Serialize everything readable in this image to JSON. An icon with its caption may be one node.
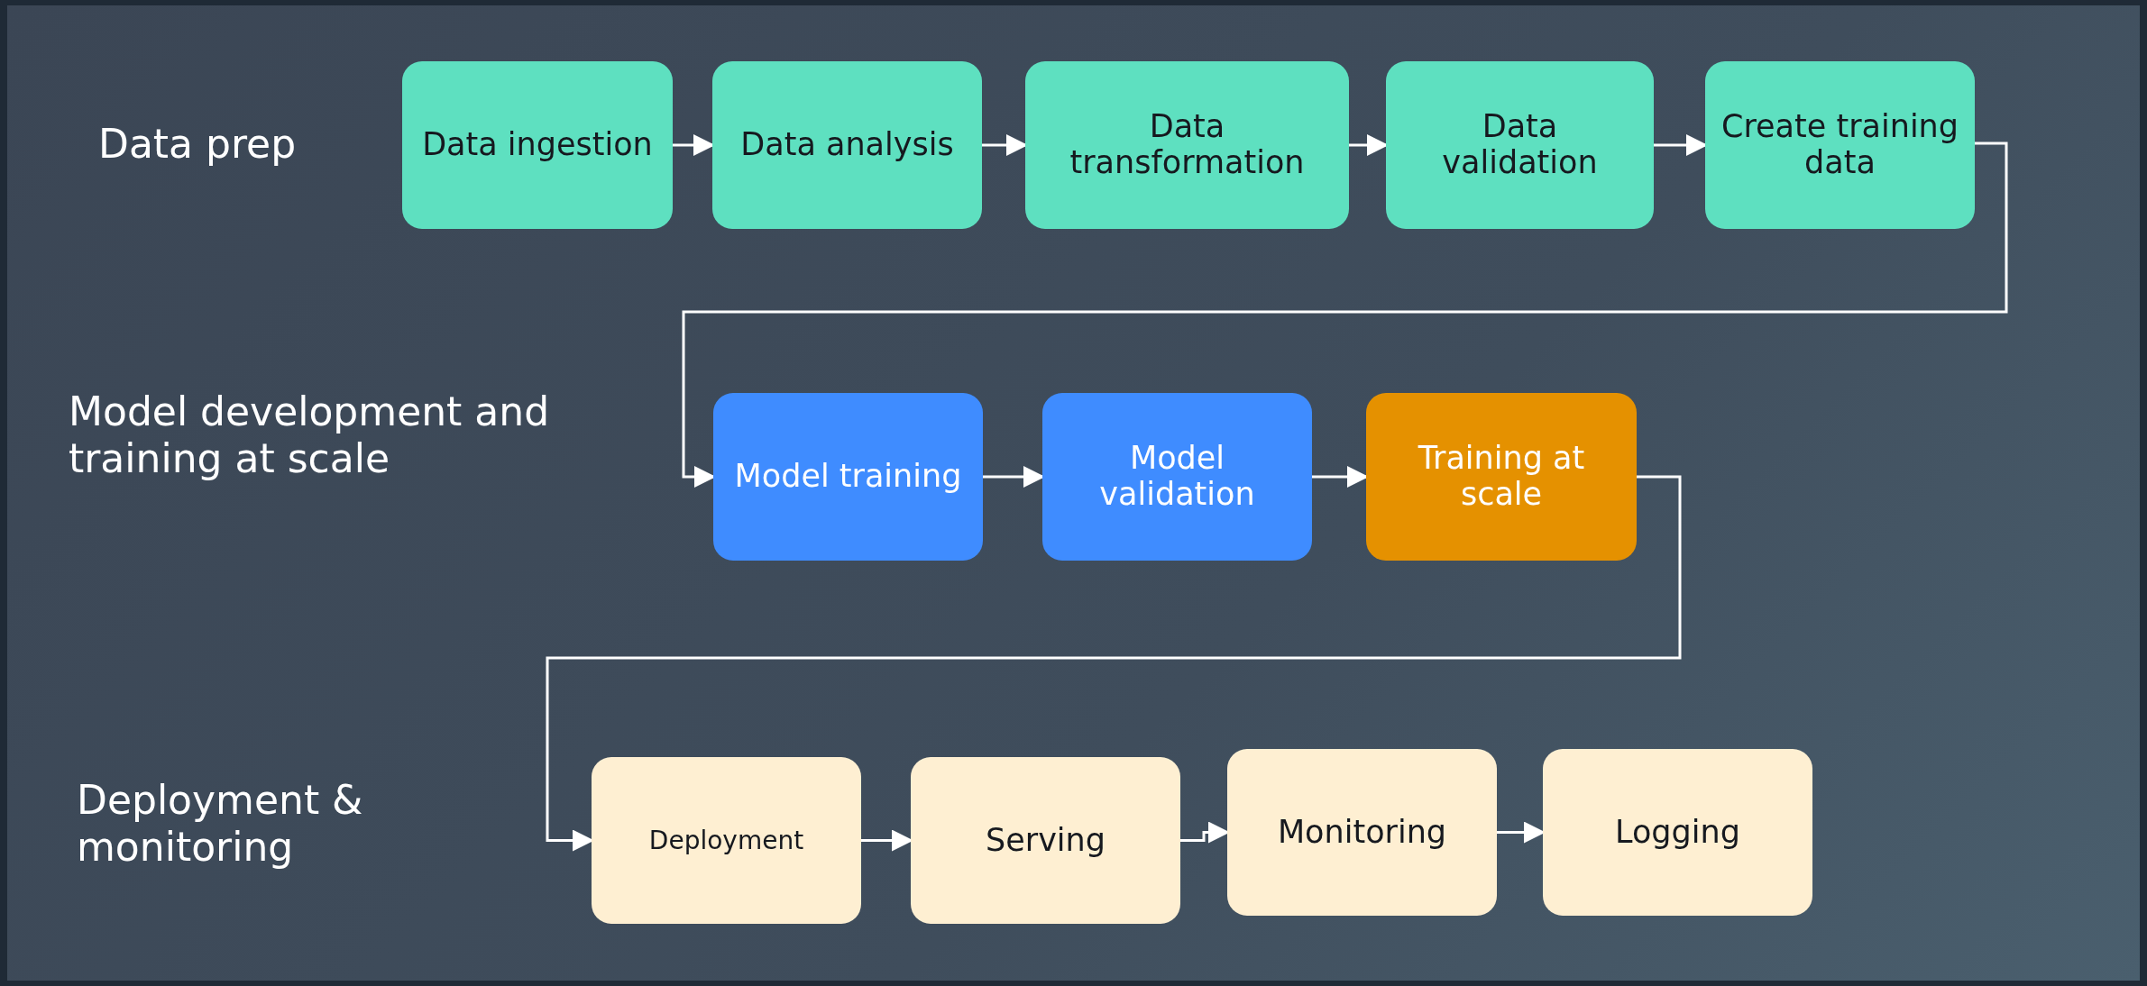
{
  "diagram": {
    "nodes": [
      {
        "text": [
          "Data ingestion"
        ]
      },
      {
        "text": [
          "Data analysis"
        ]
      },
      {
        "text": [
          "Data transformation"
        ]
      },
      {
        "text": [
          "Data validation"
        ]
      },
      {
        "text": [
          "Create training data"
        ]
      },
      {
        "text": [
          "Model training"
        ]
      },
      {
        "text": [
          "Model validation"
        ]
      },
      {
        "text": [
          "Training at scale"
        ]
      },
      {
        "text": [
          "Deployment"
        ]
      },
      {
        "text": [
          "Serving"
        ]
      },
      {
        "text": [
          "Monitoring"
        ]
      },
      {
        "text": [
          "Logging"
        ]
      }
    ],
    "edges": [
      {
        "from": 0,
        "to": 1,
        "arrow": "to"
      },
      {
        "from": 1,
        "to": 2,
        "arrow": "to"
      },
      {
        "from": 2,
        "to": 3,
        "arrow": "to"
      },
      {
        "from": 3,
        "to": 4,
        "arrow": "to"
      },
      {
        "from": 4,
        "to": 5,
        "arrow": "to"
      },
      {
        "from": 5,
        "to": 6,
        "arrow": "to"
      },
      {
        "from": 6,
        "to": 7,
        "arrow": "to"
      },
      {
        "from": 7,
        "to": 8,
        "arrow": "to"
      },
      {
        "from": 8,
        "to": 9,
        "arrow": "to"
      },
      {
        "from": 9,
        "to": 10,
        "arrow": "to"
      },
      {
        "from": 10,
        "to": 11,
        "arrow": "to"
      }
    ],
    "labels": [
      "Data prep",
      "Model development and training at scale",
      "Deployment & monitoring"
    ]
  }
}
